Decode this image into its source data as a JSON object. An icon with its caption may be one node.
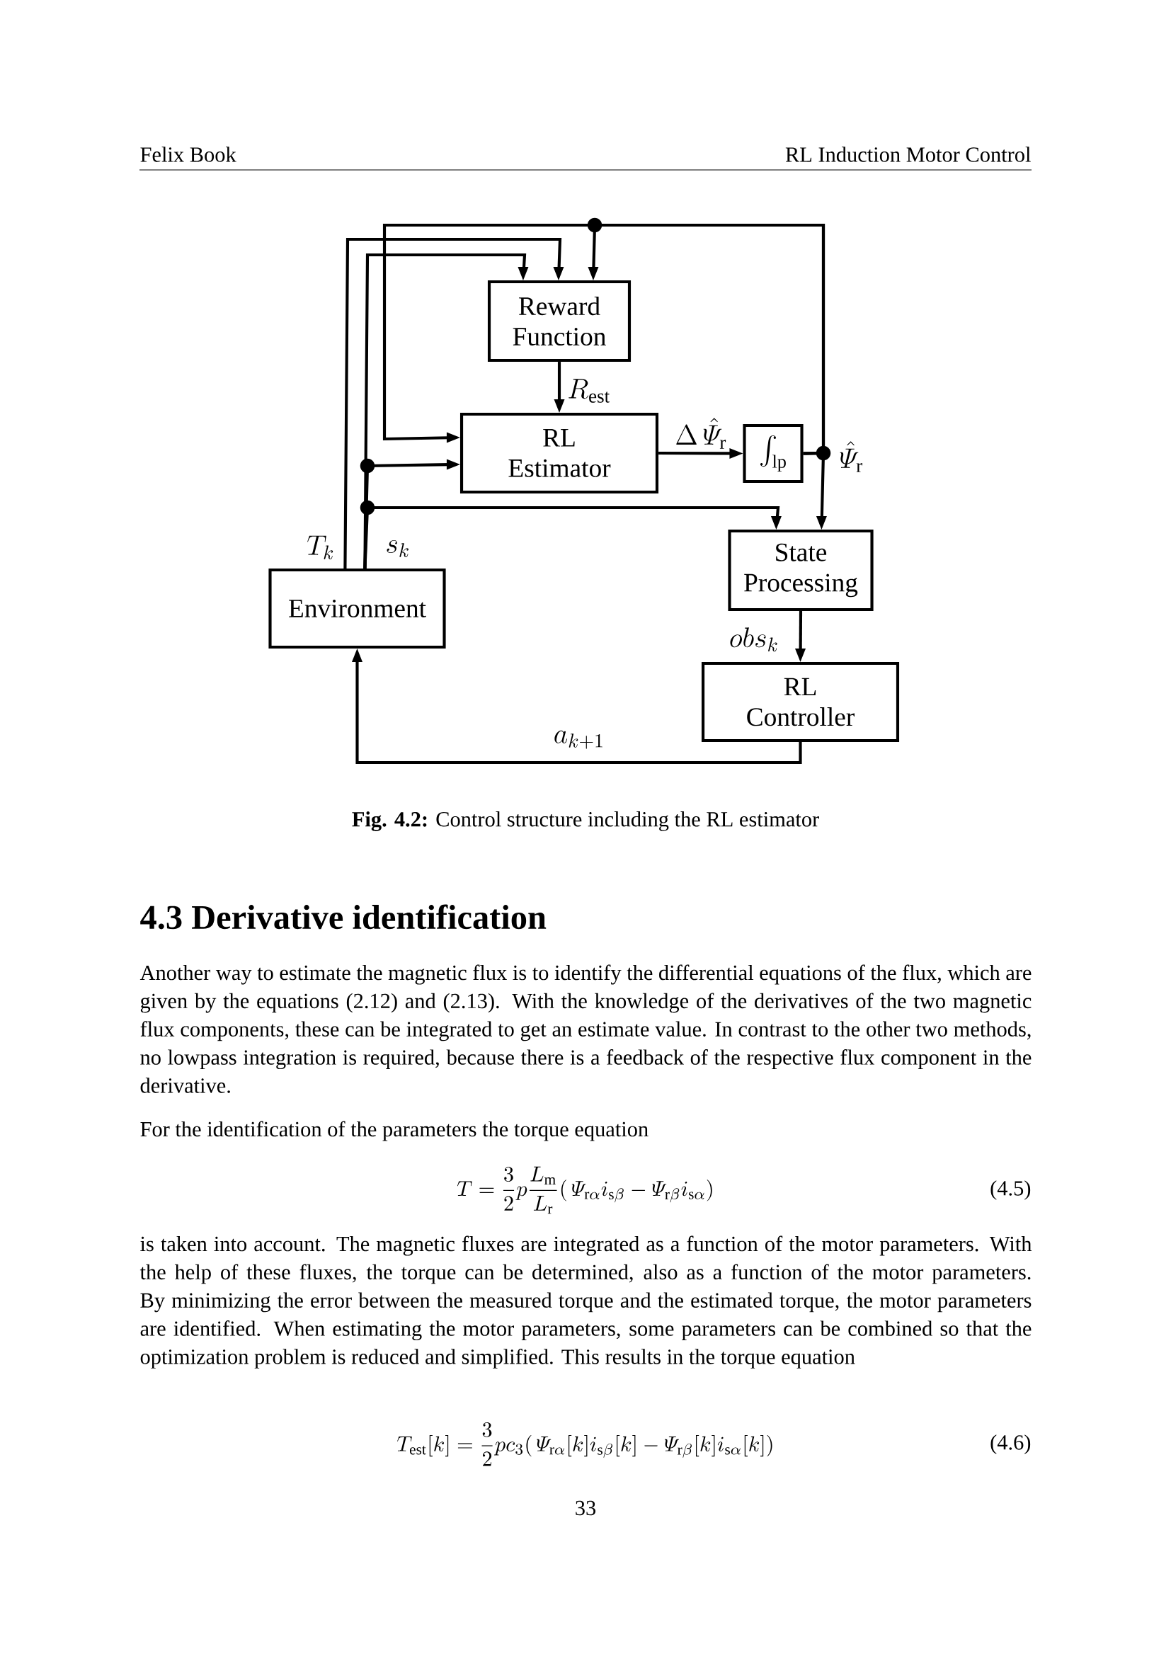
{
  "diagram": {
    "caption": "**Fig. 4.2:** Control structure including the RL estimator",
    "nodes": [
      {
        "text": [
          "Reward Function"
        ]
      },
      {
        "text": [
          "RL Estimator"
        ]
      },
      {
        "text": [
          "\\int_{\\mathrm{lp}}"
        ]
      },
      {
        "text": [
          "State Processing"
        ]
      },
      {
        "text": [
          "Environment"
        ]
      },
      {
        "text": [
          "RL Controller"
        ]
      }
    ],
    "edges": [
      {
        "from": 4,
        "to": 0,
        "arrow": "to",
        "label": "T_k"
      },
      {
        "from": 4,
        "to": 0,
        "arrow": "to",
        "label": "s_k"
      },
      {
        "from": 4,
        "to": 1,
        "arrow": "to"
      },
      {
        "from": 4,
        "to": 3,
        "arrow": "to"
      },
      {
        "from": 0,
        "to": 1,
        "arrow": "to",
        "label": "R_{\\mathrm{est}}"
      },
      {
        "from": 1,
        "to": 2,
        "arrow": "to",
        "label": "\\Delta\\,\\hat{\\varPsi}_{\\mathrm{r}}"
      },
      {
        "from": 2,
        "to": 0,
        "arrow": "to"
      },
      {
        "from": 2,
        "to": 1,
        "arrow": "to"
      },
      {
        "from": 2,
        "to": 3,
        "arrow": "to",
        "label": "\\hat{\\varPsi}_{\\mathrm{r}}"
      },
      {
        "from": 3,
        "to": 5,
        "arrow": "to",
        "label": "obs_k"
      },
      {
        "from": 5,
        "to": 4,
        "arrow": "to",
        "label": "a_{k+1}"
      }
    ],
    "labels": [
      "Felix Book",
      "RL Induction Motor Control",
      "4.3 Derivative identification",
      "Another way to estimate the magnetic flux is to identify the differential equations of the flux, which are given by the equations (2.12) and (2.13). With the knowledge of the derivatives of the two magnetic flux components, these can be integrated to get an estimate value. In contrast to the other two methods, no lowpass integration is required, because there is a feedback of the respective flux component in the derivative.",
      "For the identification of the parameters the torque equation",
      "T = \\frac{3}{2}p\\frac{L_{\\mathrm{m}}}{L_{\\mathrm{r}}}(\\,\\varPsi_{\\mathrm{r}\\alpha} i_{\\mathrm{s}\\beta} - \\varPsi_{\\mathrm{r}\\beta} i_{\\mathrm{s}\\alpha})",
      "(4.5)",
      "is taken into account. The magnetic fluxes are integrated as a function of the motor parameters. With the help of these fluxes, the torque can be determined, also as a function of the motor parameters. By minimizing the error between the measured torque and the estimated torque, the motor parameters are identified. When estimating the motor parameters, some parameters can be combined so that the optimization problem is reduced and simplified. This results in the torque equation",
      "T_{\\mathrm{est}}[k] = \\frac{3}{2}pc_3(\\,\\varPsi_{\\mathrm{r}\\alpha}[k] i_{\\mathrm{s}\\beta}[k] - \\varPsi_{\\mathrm{r}\\beta}[k] i_{\\mathrm{s}\\alpha}[k])",
      "(4.6)",
      "33"
    ]
  }
}
